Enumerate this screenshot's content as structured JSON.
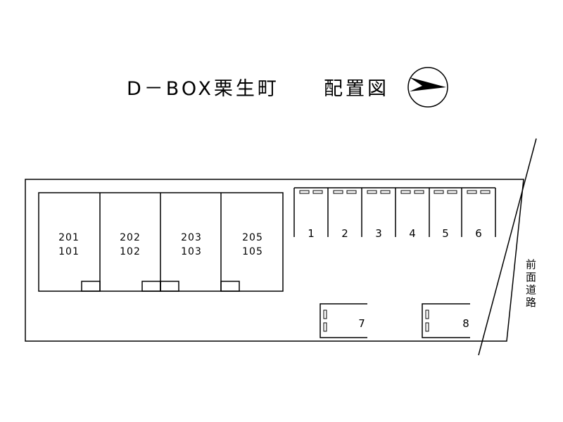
{
  "title": "D－BOX栗生町",
  "subtitle": "配置図",
  "compass_icon": "north-arrow-icon",
  "units": [
    {
      "upper": "201",
      "lower": "101"
    },
    {
      "upper": "202",
      "lower": "102"
    },
    {
      "upper": "203",
      "lower": "103"
    },
    {
      "upper": "205",
      "lower": "105"
    }
  ],
  "parking_row": [
    "1",
    "2",
    "3",
    "4",
    "5",
    "6"
  ],
  "parking_side": [
    "7",
    "8"
  ],
  "road_label": [
    "前",
    "面",
    "道",
    "路"
  ]
}
